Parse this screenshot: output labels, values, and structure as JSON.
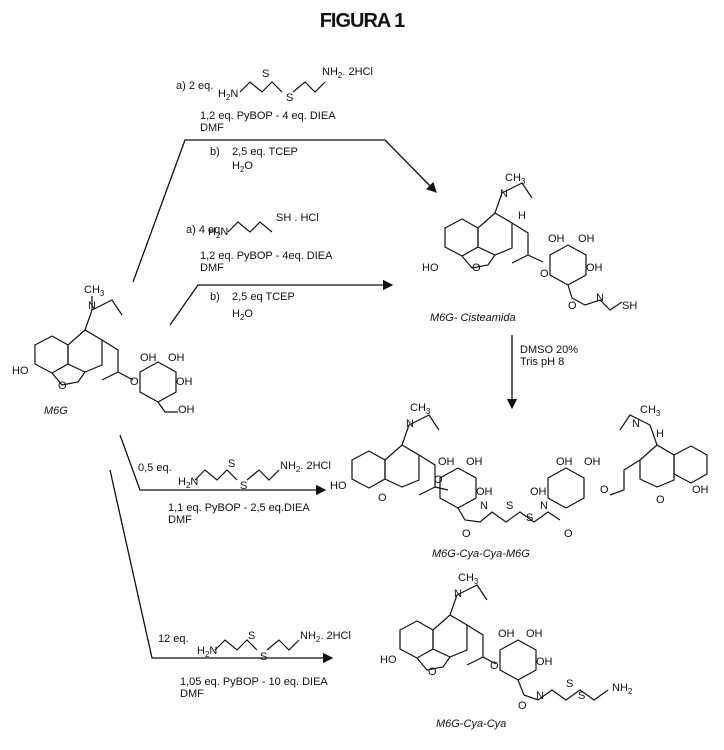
{
  "title": "FIGURA 1",
  "compounds": {
    "m6g": "M6G",
    "cisteamida": "M6G- Cisteamida",
    "dimer": "M6G-Cya-Cya-M6G",
    "cyacya": "M6G-Cya-Cya"
  },
  "route1": {
    "a_label": "a)  2 eq.",
    "a_reagent_left": "H",
    "a_reagent_right": ". 2HCl",
    "coupling": "1,2 eq. PyBOP - 4 eq. DIEA",
    "solvent": "DMF",
    "b_label": "b)",
    "b_reagent": "2,5 eq. TCEP",
    "b_solvent": "H",
    "b_solvent_suffix": "O"
  },
  "route2": {
    "a_label": "a)  4 eq.",
    "a_reagent_right": "SH . HCl",
    "coupling": "1,2 eq. PyBOP - 4eq. DIEA",
    "solvent": "DMF",
    "b_label": "b)",
    "b_reagent": "2,5 eq  TCEP",
    "b_solvent": "H",
    "b_solvent_suffix": "O"
  },
  "oxidation": {
    "line1": "DMSO 20%",
    "line2": "Tris pH 8"
  },
  "route3": {
    "eq": "0,5 eq.",
    "reagent_right": ". 2HCl",
    "coupling": "1,1 eq. PyBOP - 2,5 eq.DIEA",
    "solvent": "DMF"
  },
  "route4": {
    "eq": "12 eq.",
    "reagent_right": ". 2HCl",
    "coupling": "1,05 eq. PyBOP - 10 eq. DIEA",
    "solvent": "DMF"
  },
  "atoms": {
    "ho": "HO",
    "o": "O",
    "oh": "OH",
    "n": "N",
    "h": "H",
    "ch3": "CH",
    "sh": "SH",
    "s": "S",
    "nh2": "NH",
    "sub2": "2",
    "sub3": "3"
  }
}
